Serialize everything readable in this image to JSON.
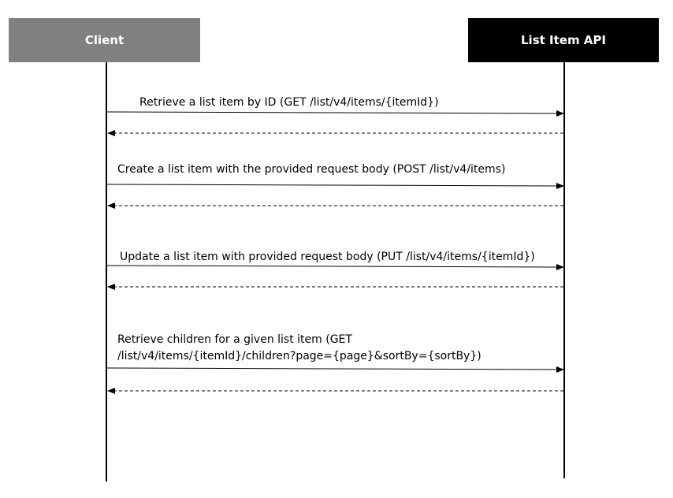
{
  "participants": {
    "client": {
      "label": "Client",
      "fill": "#808080",
      "text_color": "#ffffff"
    },
    "api": {
      "label": "List Item API",
      "fill": "#000000",
      "text_color": "#ffffff"
    }
  },
  "messages": [
    {
      "label": "Retrieve a list item by ID (GET /list/v4/items/{itemId})",
      "type": "request",
      "from": "client",
      "to": "api"
    },
    {
      "label": "Create a list item with the provided request body (POST /list/v4/items)",
      "type": "request",
      "from": "client",
      "to": "api"
    },
    {
      "label": "Update a list item with provided request body (PUT /list/v4/items/{itemId})",
      "type": "request",
      "from": "client",
      "to": "api"
    },
    {
      "label_line1": "Retrieve children for a given list item (GET",
      "label_line2": "/list/v4/items/{itemId}/children?page={page}&sortBy={sortBy})",
      "type": "request",
      "from": "client",
      "to": "api"
    }
  ],
  "responses": [
    {
      "type": "response",
      "from": "api",
      "to": "client",
      "style": "dashed"
    },
    {
      "type": "response",
      "from": "api",
      "to": "client",
      "style": "dashed"
    },
    {
      "type": "response",
      "from": "api",
      "to": "client",
      "style": "dashed"
    },
    {
      "type": "response",
      "from": "api",
      "to": "client",
      "style": "dashed"
    }
  ]
}
